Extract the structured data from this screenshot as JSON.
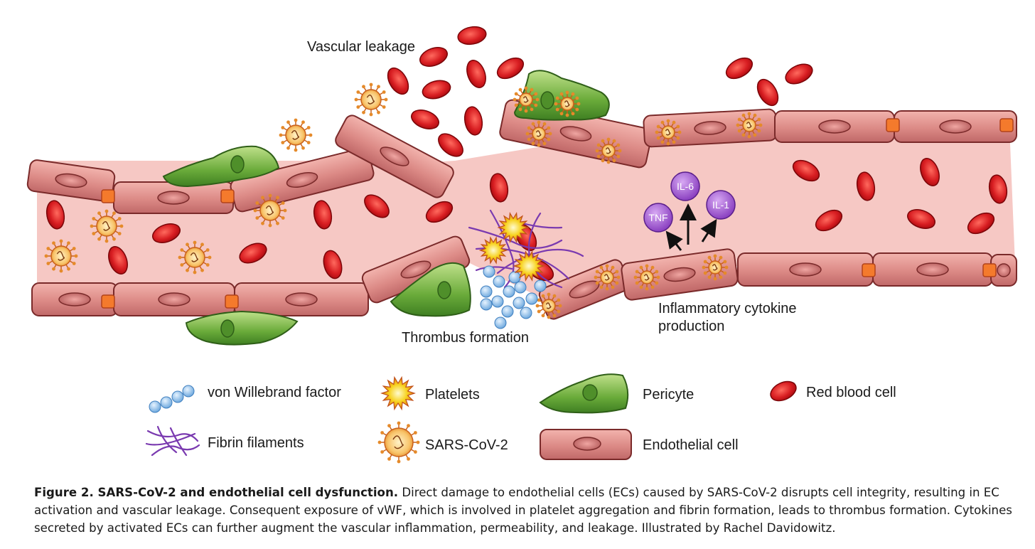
{
  "labels": {
    "vascular_leakage": "Vascular leakage",
    "thrombus_formation": "Thrombus formation",
    "inflammatory_line1": "Inflammatory cytokine",
    "inflammatory_line2": "production"
  },
  "cytokines": {
    "il6": "IL-6",
    "il1": "IL-1",
    "tnf": "TNF"
  },
  "legend": {
    "vwf": "von Willebrand factor",
    "platelets": "Platelets",
    "pericyte": "Pericyte",
    "rbc": "Red blood cell",
    "fibrin": "Fibrin filaments",
    "sars": "SARS-CoV-2",
    "endothelial": "Endothelial cell"
  },
  "caption": {
    "title": "Figure 2. SARS-CoV-2 and endothelial cell dysfunction.",
    "body": "Direct damage to endothelial cells (ECs) caused by SARS-CoV-2 disrupts cell integrity, resulting in EC activation and vascular leakage. Consequent exposure of vWF, which is involved in platelet aggregation and fibrin formation, leads to thrombus formation. Cytokines secreted by activated ECs can further augment the vascular inflammation, permeability, and leakage. Illustrated by Rachel Davidowitz."
  },
  "colors": {
    "lumen": "#f6c8c4",
    "endothelial": "#d98080",
    "endothelial_edge": "#7a2a2a",
    "rbc": "#d81e22",
    "pericyte": "#6aab3a",
    "virus": "#f2a640",
    "cytokine": "#9a55c8",
    "vwf": "#8ec3ef",
    "fibrin": "#7a3ab0",
    "platelet": "#f7d21e"
  }
}
